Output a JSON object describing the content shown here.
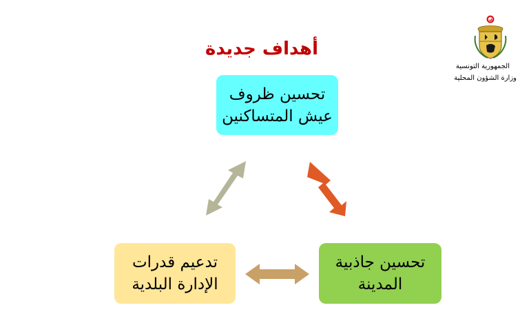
{
  "header": {
    "line1": "الجمهورية التونسية",
    "line2": "وزارة الشؤون المحلية"
  },
  "title": "أهداف جديدة",
  "boxes": {
    "top": {
      "line1": "تحسين ظروف",
      "line2": "عيش المتساكنين",
      "color": "#66ffff"
    },
    "right": {
      "line1": "تحسين جاذبية",
      "line2": "المدينة",
      "color": "#92d050"
    },
    "left": {
      "line1": "تدعيم قدرات",
      "line2": "الإدارة البلدية",
      "color": "#ffe699"
    }
  },
  "arrows": {
    "top_right": {
      "color": "#e05a25"
    },
    "left_top": {
      "color": "#b5b59a"
    },
    "bottom": {
      "color": "#c9a067"
    }
  },
  "emblem": {
    "name": "tunisia-coat-of-arms-icon"
  }
}
